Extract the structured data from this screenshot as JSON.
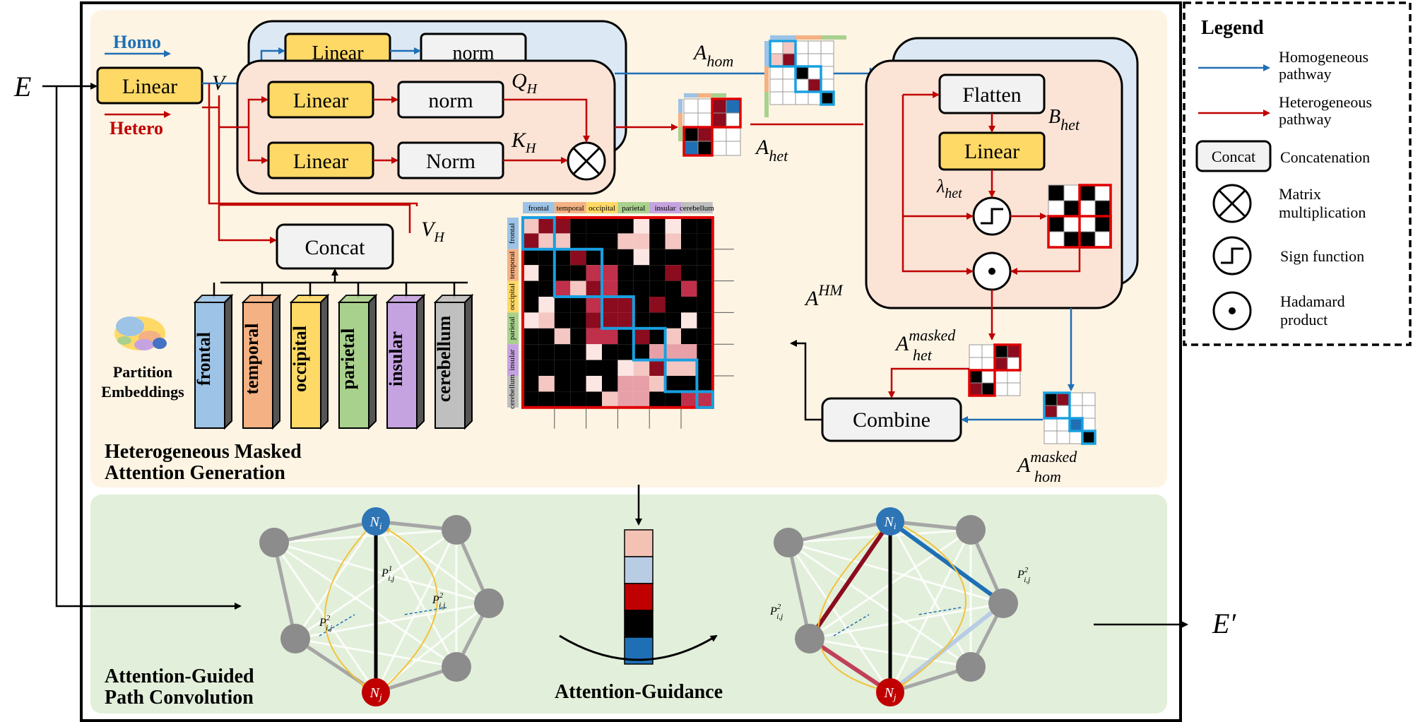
{
  "input_label": "E",
  "output_label": "E′",
  "homo_label": "Homo",
  "hetero_label": "Hetero",
  "linear_label": "Linear",
  "norm_label": "norm",
  "norm_cap_label": "Norm",
  "v_label": "V",
  "qh": {
    "base": "Q",
    "sub": "H"
  },
  "kh": {
    "base": "K",
    "sub": "H"
  },
  "vh": {
    "base": "V",
    "sub": "H"
  },
  "concat_label": "Concat",
  "a_hom": {
    "base": "A",
    "sub": "hom"
  },
  "a_het": {
    "base": "A",
    "sub": "het"
  },
  "b_het": {
    "base": "B",
    "sub": "het"
  },
  "lambda_het": {
    "base": "λ",
    "sub": "het"
  },
  "flatten_label": "Flatten",
  "combine_label": "Combine",
  "a_hm": {
    "base": "A",
    "sup": "HM"
  },
  "a_het_masked": {
    "base": "A",
    "sub": "het",
    "sup": "masked"
  },
  "a_hom_masked": {
    "base": "A",
    "sub": "hom",
    "sup": "masked"
  },
  "partitions": [
    "frontal",
    "temporal",
    "occipital",
    "parietal",
    "insular",
    "cerebellum"
  ],
  "partition_colors": [
    "#9dc3e6",
    "#f4b183",
    "#ffd966",
    "#a9d18e",
    "#c5a3e0",
    "#bfbfbf"
  ],
  "partition_embeddings_label": [
    "Partition",
    "Embeddings"
  ],
  "section1_title": [
    "Heterogeneous Masked",
    "Attention Generation"
  ],
  "section2_title": [
    "Attention-Guided",
    "Path Convolution"
  ],
  "attention_guidance_label": "Attention-Guidance",
  "node_i": {
    "base": "N",
    "sub": "i"
  },
  "node_j": {
    "base": "N",
    "sub": "j"
  },
  "path1": {
    "base": "P",
    "sub": "i,j",
    "sup": "1"
  },
  "path2": {
    "base": "P",
    "sub": "i,j",
    "sup": "2"
  },
  "legend": {
    "title": "Legend",
    "items": [
      {
        "label": [
          "Homogeneous",
          "pathway"
        ]
      },
      {
        "label": [
          "Heterogeneous",
          "pathway"
        ]
      },
      {
        "label": [
          "Concatenation"
        ],
        "key": "Concat"
      },
      {
        "label": [
          "Matrix",
          "multiplication"
        ]
      },
      {
        "label": [
          "Sign function"
        ]
      },
      {
        "label": [
          "Hadamard",
          "product"
        ]
      }
    ]
  },
  "colors": {
    "homo_blue": "#1f6fb5",
    "hetero_red": "#c00000",
    "linear_fill": "#ffd966",
    "section1_bg": "#fef4e3",
    "section2_bg": "#e2efda",
    "pink_panel": "#fbe3d6",
    "blue_panel": "#dce9f5",
    "cyan_outline": "#18a0e0"
  },
  "attention_guidance_colors": [
    "#f4c2b4",
    "#b8cce4",
    "#c00000",
    "#000000",
    "#1f6fb5"
  ]
}
